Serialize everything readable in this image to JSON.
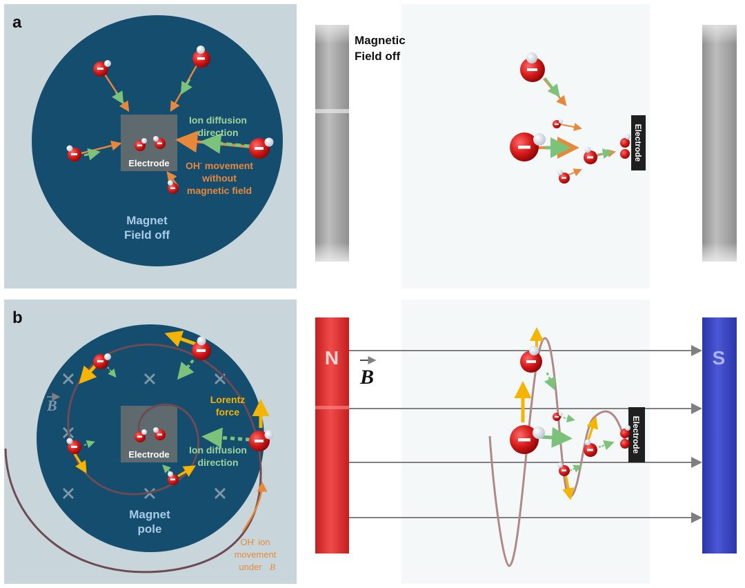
{
  "panels": {
    "a": {
      "letter": "a",
      "electrode": "Electrode",
      "ion_diffusion": [
        "Ion diffusion",
        "direction"
      ],
      "oh_movement": [
        "OH",
        "-",
        " movement",
        "without",
        "magnetic field"
      ],
      "magnet": [
        "Magnet",
        "Field off"
      ],
      "side_title": [
        "Magnetic",
        "Field off"
      ],
      "side_electrode": "Electrode"
    },
    "b": {
      "letter": "b",
      "electrode": "Electrode",
      "ion_diffusion": [
        "Ion diffusion",
        "direction"
      ],
      "lorentz": [
        "Lorentz",
        "force"
      ],
      "magnet": [
        "Magnet",
        "pole"
      ],
      "oh_movement": [
        "OH",
        "-",
        " ion",
        "movement",
        "under"
      ],
      "b_symbol": "B",
      "north": "N",
      "south": "S",
      "side_electrode": "Electrode"
    }
  },
  "ion_symbol": "−",
  "colors": {
    "panel_bg": "#c8d6dc",
    "magnet_disc": "#154d6e",
    "electrode_box": "#5e6a6e",
    "orange": "#e8883a",
    "green": "#7dc27a",
    "yellow": "#f5b400",
    "north": "#e02b2b",
    "south": "#2f3bbd",
    "trajectory": "#6e4a52"
  }
}
